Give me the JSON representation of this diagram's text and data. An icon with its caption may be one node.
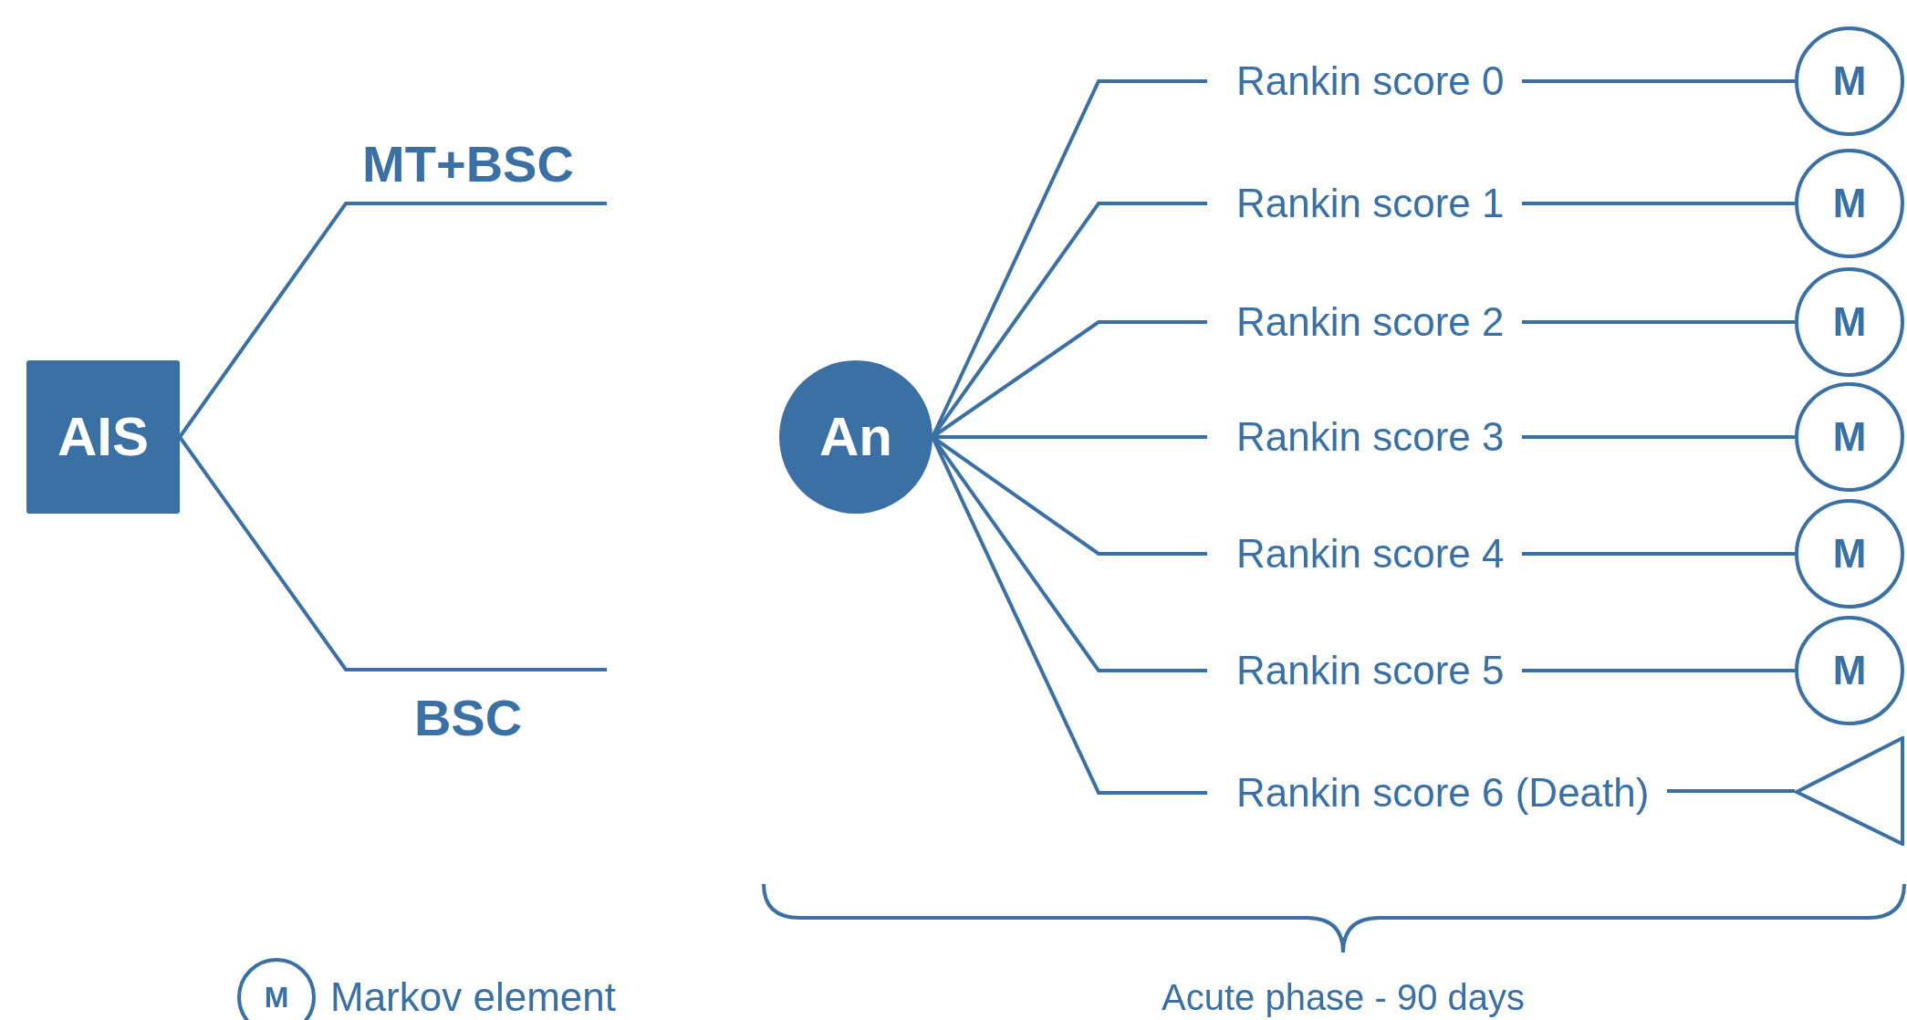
{
  "diagram": {
    "nodes": [
      {
        "text": [
          "AIS"
        ]
      },
      {
        "text": [
          "An"
        ]
      },
      {
        "text": [
          "Rankin score 0"
        ]
      },
      {
        "text": [
          "Rankin score 1"
        ]
      },
      {
        "text": [
          "Rankin score 2"
        ]
      },
      {
        "text": [
          "Rankin score 3"
        ]
      },
      {
        "text": [
          "Rankin score 4"
        ]
      },
      {
        "text": [
          "Rankin score 5"
        ]
      },
      {
        "text": [
          "Rankin score 6 (Death)"
        ]
      },
      {
        "text": [
          "M"
        ]
      },
      {
        "text": [
          "M"
        ]
      },
      {
        "text": [
          "M"
        ]
      },
      {
        "text": [
          "M"
        ]
      },
      {
        "text": [
          "M"
        ]
      },
      {
        "text": [
          "M"
        ]
      },
      {
        "text": [],
        "shape": "triangle"
      }
    ],
    "edges": [
      {
        "from": 0,
        "to": null,
        "arrow": "none",
        "label": "MT+BSC"
      },
      {
        "from": 0,
        "to": null,
        "arrow": "none",
        "label": "BSC"
      },
      {
        "from": 1,
        "to": 2,
        "arrow": "none"
      },
      {
        "from": 1,
        "to": 3,
        "arrow": "none"
      },
      {
        "from": 1,
        "to": 4,
        "arrow": "none"
      },
      {
        "from": 1,
        "to": 5,
        "arrow": "none"
      },
      {
        "from": 1,
        "to": 6,
        "arrow": "none"
      },
      {
        "from": 1,
        "to": 7,
        "arrow": "none"
      },
      {
        "from": 1,
        "to": 8,
        "arrow": "none"
      },
      {
        "from": 2,
        "to": 9,
        "arrow": "none"
      },
      {
        "from": 3,
        "to": 10,
        "arrow": "none"
      },
      {
        "from": 4,
        "to": 11,
        "arrow": "none"
      },
      {
        "from": 5,
        "to": 12,
        "arrow": "none"
      },
      {
        "from": 6,
        "to": 13,
        "arrow": "none"
      },
      {
        "from": 7,
        "to": 14,
        "arrow": "none"
      },
      {
        "from": 8,
        "to": 15,
        "arrow": "none"
      }
    ],
    "labels": [
      "M",
      "Acute phase - 90 days"
    ],
    "legend": [
      {
        "text": "Markov element"
      }
    ]
  }
}
